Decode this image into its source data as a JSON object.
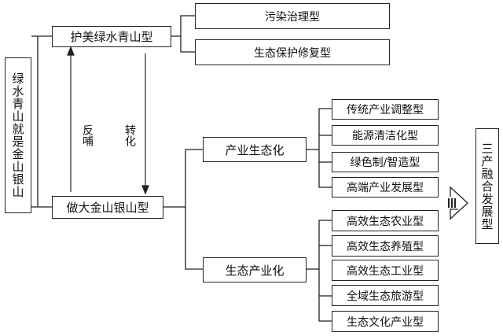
{
  "root": {
    "label": "绿水青山就是金山银山"
  },
  "branch_top": {
    "label": "护美绿水青山型"
  },
  "branch_bottom": {
    "label": "做大金山银山型"
  },
  "top_children": [
    "污染治理型",
    "生态保护修复型"
  ],
  "arrows": {
    "up_label": "反哺",
    "down_label": "转化"
  },
  "industry_eco": {
    "label": "产业生态化",
    "children": [
      "传统产业调整型",
      "能源清洁化型",
      "绿色制/智造型",
      "高端产业发展型"
    ]
  },
  "eco_industry": {
    "label": "生态产业化",
    "children": [
      "高效生态农业型",
      "高效生态养殖型",
      "高效生态工业型",
      "全域生态旅游型",
      "生态文化产业型"
    ]
  },
  "result": {
    "label": "三产融合发展型"
  }
}
